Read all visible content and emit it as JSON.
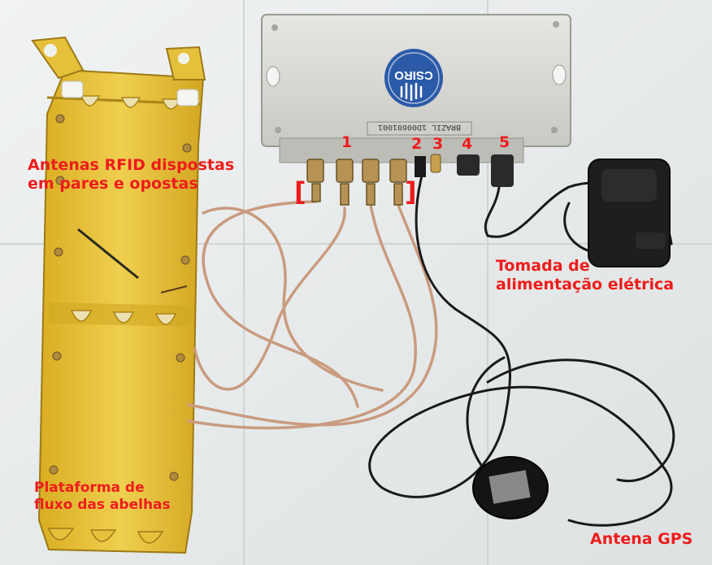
{
  "labels": {
    "antennas_line1": "Antenas RFID dispostas",
    "antennas_line2": "em pares e opostas",
    "power_line1": "Tomada de",
    "power_line2": "alimentação elétrica",
    "platform_line1": "Plataforma de",
    "platform_line2": "fluxo das abelhas",
    "gps": "Antena GPS"
  },
  "ports": [
    "1",
    "2",
    "3",
    "4",
    "5"
  ],
  "brackets": {
    "left": "[",
    "right": "]"
  },
  "device": {
    "logo_text": "CSIRO",
    "serial": "BRAZIL 1D00601001"
  },
  "colors": {
    "label": "#ee1c1c",
    "platform_yellow": "#e8c43c",
    "enclosure": "#d9d9d4",
    "cable_rf": "#c99b7f",
    "cable_black": "#1a1a1a",
    "logo_blue": "#2b5aa8"
  }
}
